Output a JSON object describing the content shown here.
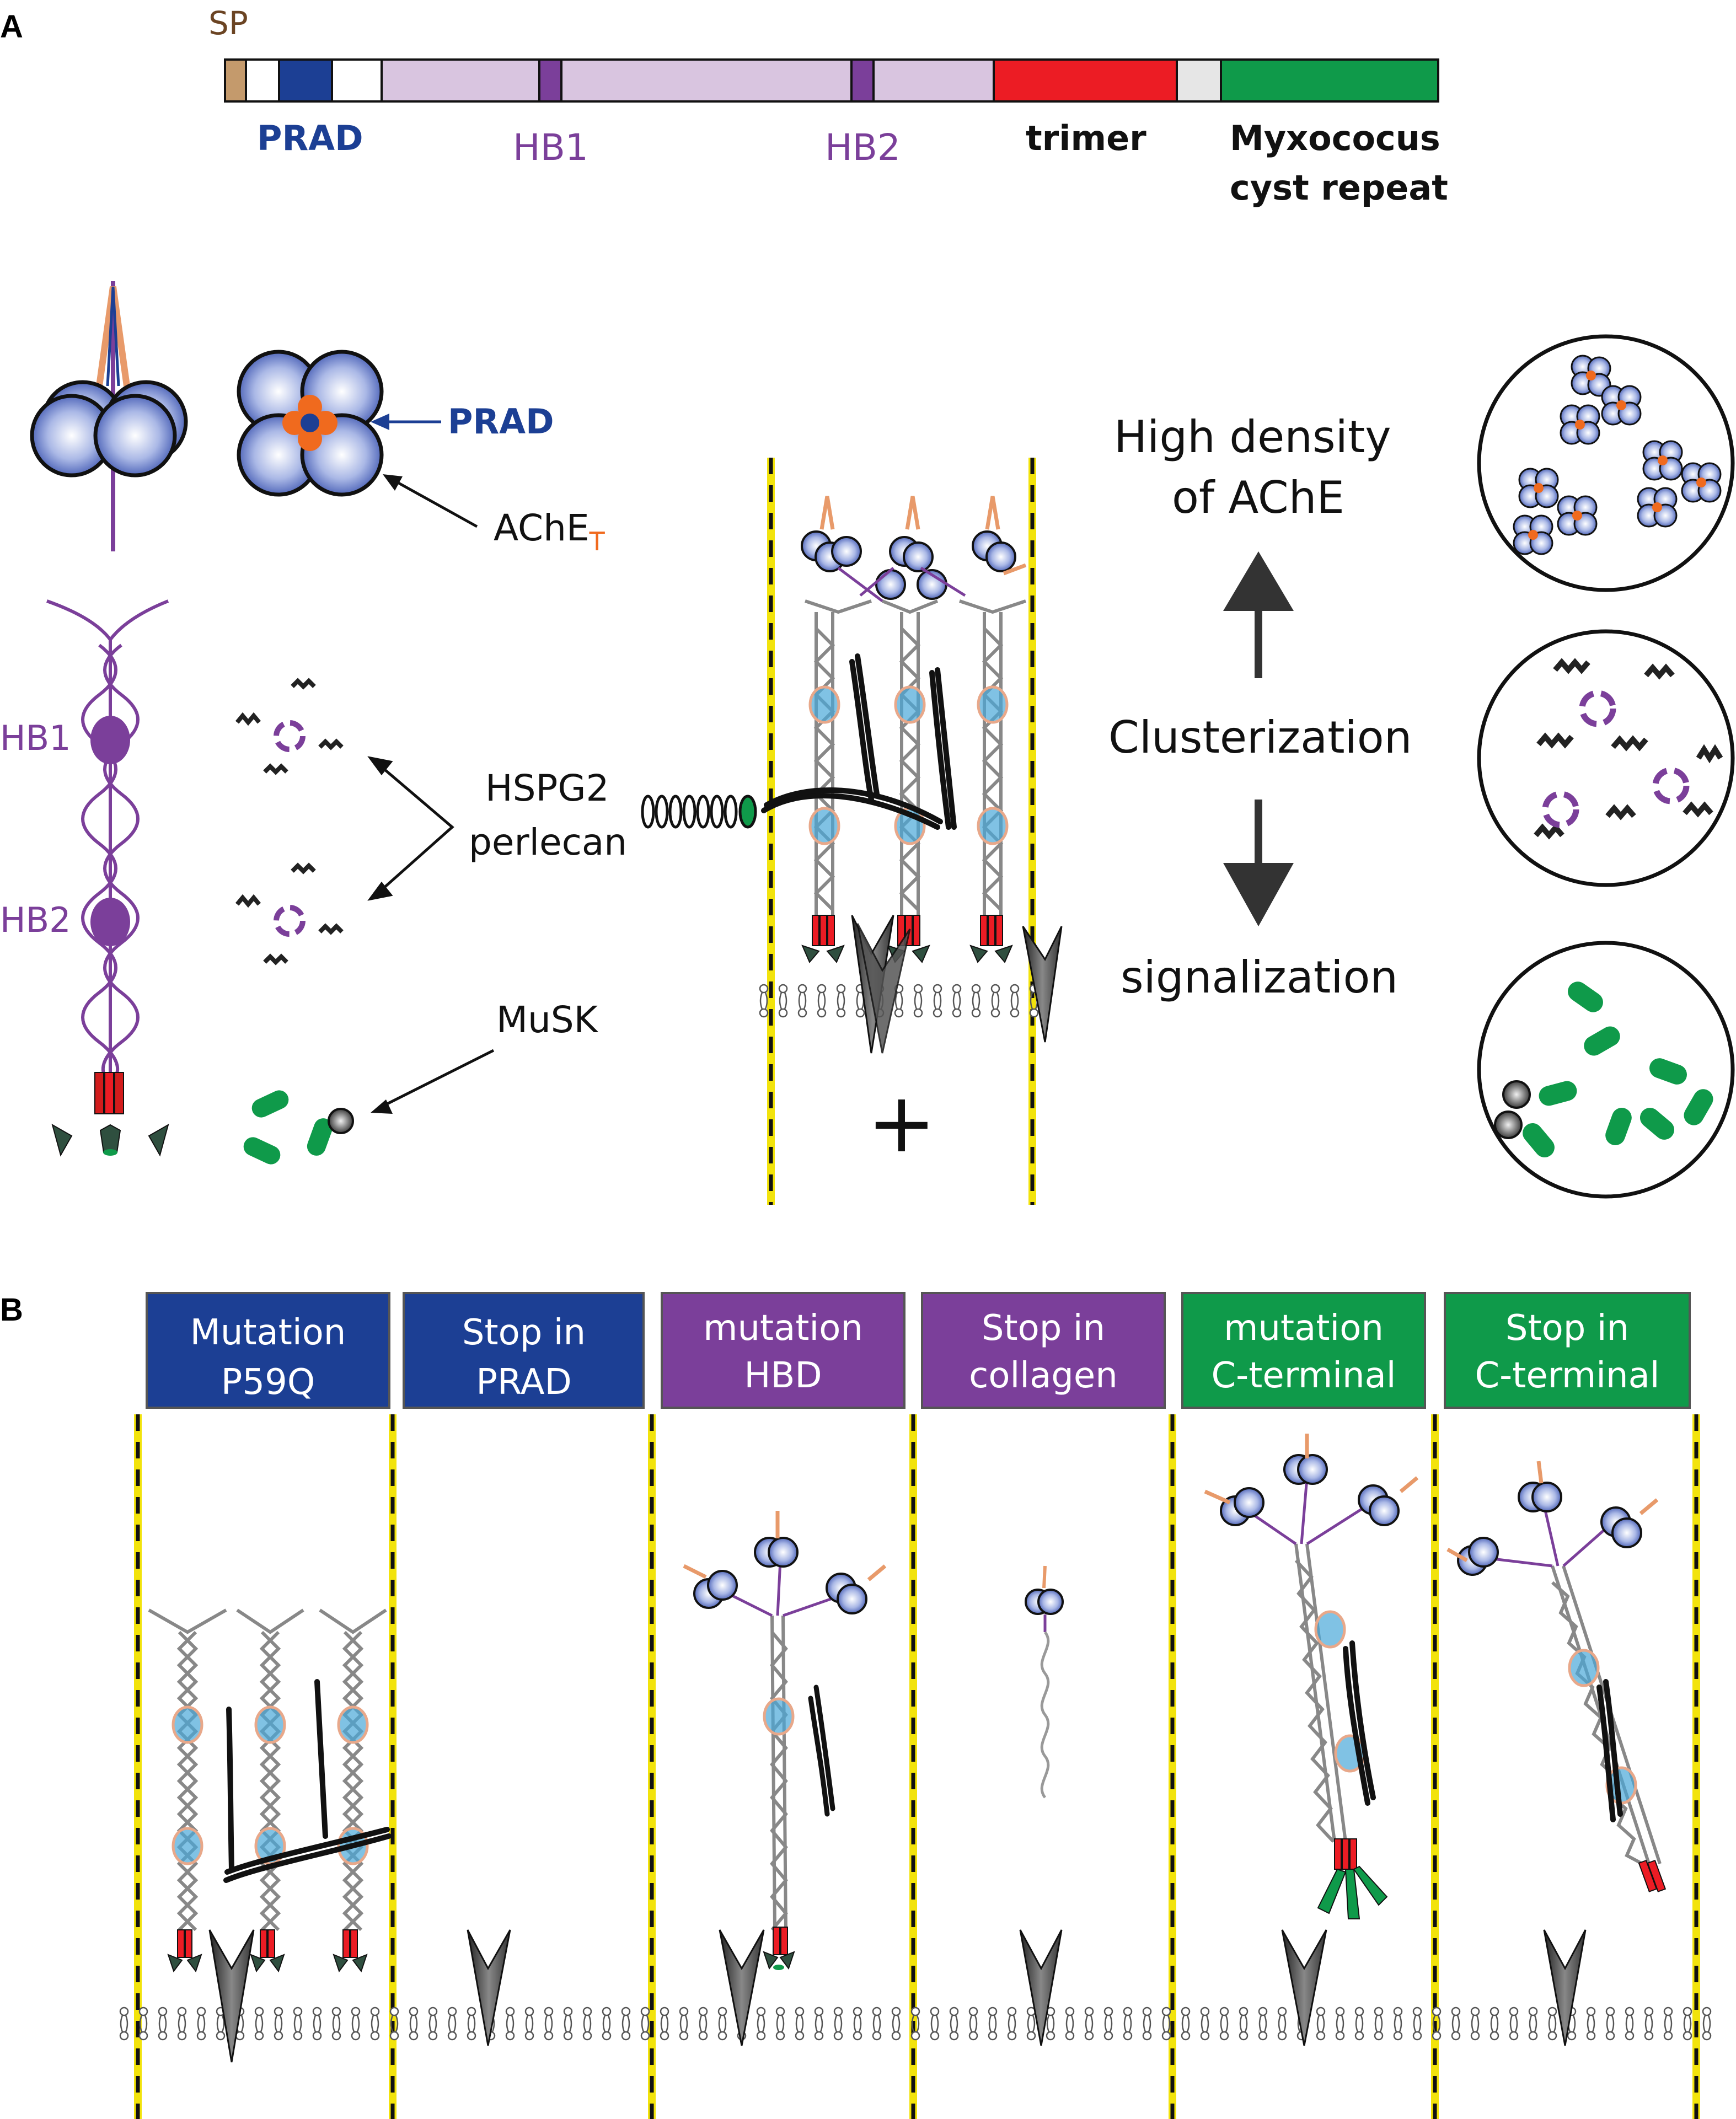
{
  "panels": {
    "a": "A",
    "b": "B"
  },
  "domain_bar": {
    "sp": "SP",
    "prad": "PRAD",
    "hb1": "HB1",
    "hb2": "HB2",
    "trimer": "trimer",
    "myxo_line1": "Myxococus",
    "myxo_line2": "cyst repeat"
  },
  "panel_a": {
    "prad_label": "PRAD",
    "ache_label": "AChE",
    "ache_subscript": "T",
    "hb1": "HB1",
    "hb2": "HB2",
    "hspg2": "HSPG2",
    "perlecan": "perlecan",
    "musk": "MuSK",
    "high_density_1": "High density",
    "high_density_2": "of AChE",
    "clusterization": "Clusterization",
    "signalization": "signalization",
    "plus": "+"
  },
  "panel_b": {
    "boxes": [
      {
        "line1": "Mutation",
        "line2": "P59Q",
        "color": "#1c3f94"
      },
      {
        "line1": "Stop in",
        "line2": "PRAD",
        "color": "#1c3f94"
      },
      {
        "line1": "mutation",
        "line2": "HBD",
        "color": "#7b3f9a"
      },
      {
        "line1": "Stop in",
        "line2": "collagen",
        "color": "#7b3f9a"
      },
      {
        "line1": "mutation",
        "line2": "C-terminal",
        "color": "#0f9a4a"
      },
      {
        "line1": "Stop in",
        "line2": "C-terminal",
        "color": "#0f9a4a"
      }
    ]
  },
  "colors": {
    "prad_blue": "#1c3f94",
    "hbd_purple": "#7b3f9a",
    "trimer_red": "#ec1c24",
    "myxo_green": "#0f9a4a",
    "collagen_lilac": "#d9c5e0",
    "sp_tan": "#c49a6c",
    "membrane_yellow": "#f2e30c"
  }
}
